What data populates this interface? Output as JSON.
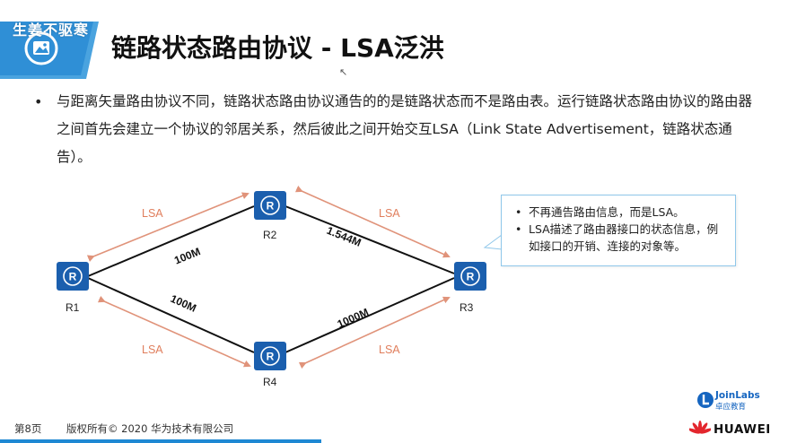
{
  "header": {
    "watermark": "生姜不驱寒",
    "title": "链路状态路由协议 - LSA泛洪"
  },
  "intro": {
    "bullet": "•",
    "text": "与距离矢量路由协议不同，链路状态路由协议通告的的是链路状态而不是路由表。运行链路状态路由协议的路由器之间首先会建立一个协议的邻居关系，然后彼此之间开始交互LSA（Link State Advertisement，链路状态通告）。"
  },
  "diagram": {
    "routers": [
      {
        "id": "R1",
        "label": "R1"
      },
      {
        "id": "R2",
        "label": "R2"
      },
      {
        "id": "R3",
        "label": "R3"
      },
      {
        "id": "R4",
        "label": "R4"
      }
    ],
    "links": [
      {
        "from": "R1",
        "to": "R2",
        "bandwidth": "100M"
      },
      {
        "from": "R2",
        "to": "R3",
        "bandwidth": "1.544M"
      },
      {
        "from": "R1",
        "to": "R4",
        "bandwidth": "100M"
      },
      {
        "from": "R4",
        "to": "R3",
        "bandwidth": "1000M"
      }
    ],
    "lsa_label": "LSA",
    "colors": {
      "router_fill": "#1b5fae",
      "link": "#111111",
      "lsa_arrow": "#e0937a",
      "lsa_text": "#e07e5c"
    }
  },
  "callout": {
    "items": [
      "不再通告路由信息，而是LSA。",
      "LSA描述了路由器接口的状态信息，例如接口的开销、连接的对象等。"
    ]
  },
  "footer": {
    "page": "第8页",
    "copyright": "版权所有© 2020 华为技术有限公司",
    "joinlabs_name": "JoinLabs",
    "joinlabs_sub": "卓应教育",
    "huawei": "HUAWEI",
    "accent": "#1e88d3"
  }
}
